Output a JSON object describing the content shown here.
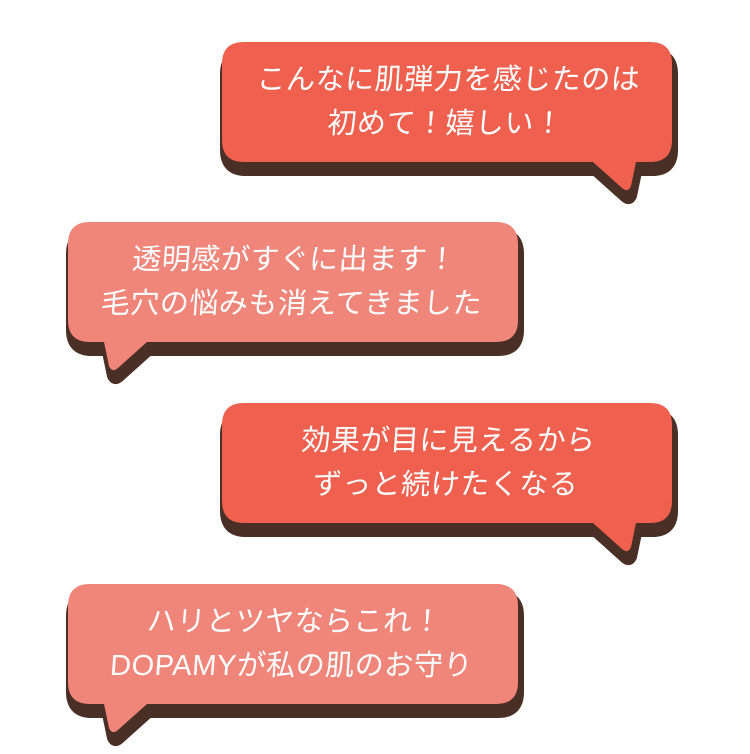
{
  "page": {
    "background_color": "#FFFFFF",
    "description_label": "customer-testimonial-speech-bubbles"
  },
  "colors": {
    "coral": "#F0604E",
    "salmon": "#F0857A",
    "shadow": "#4A2F26",
    "text": "#FFFFFF"
  },
  "bubbles": [
    {
      "id": "bubble-1",
      "variant": "coral",
      "tail_side": "right",
      "line1": "こんなに肌弾力を感じたのは",
      "line2": "初めて！嬉しい！"
    },
    {
      "id": "bubble-2",
      "variant": "salmon",
      "tail_side": "left",
      "line1": "透明感がすぐに出ます！",
      "line2": "毛穴の悩みも消えてきました"
    },
    {
      "id": "bubble-3",
      "variant": "coral",
      "tail_side": "right",
      "line1": "効果が目に見えるから",
      "line2": "ずっと続けたくなる"
    },
    {
      "id": "bubble-4",
      "variant": "salmon",
      "tail_side": "left",
      "line1": "ハリとツヤならこれ！",
      "line2": "DOPAMYが私の肌のお守り"
    }
  ]
}
